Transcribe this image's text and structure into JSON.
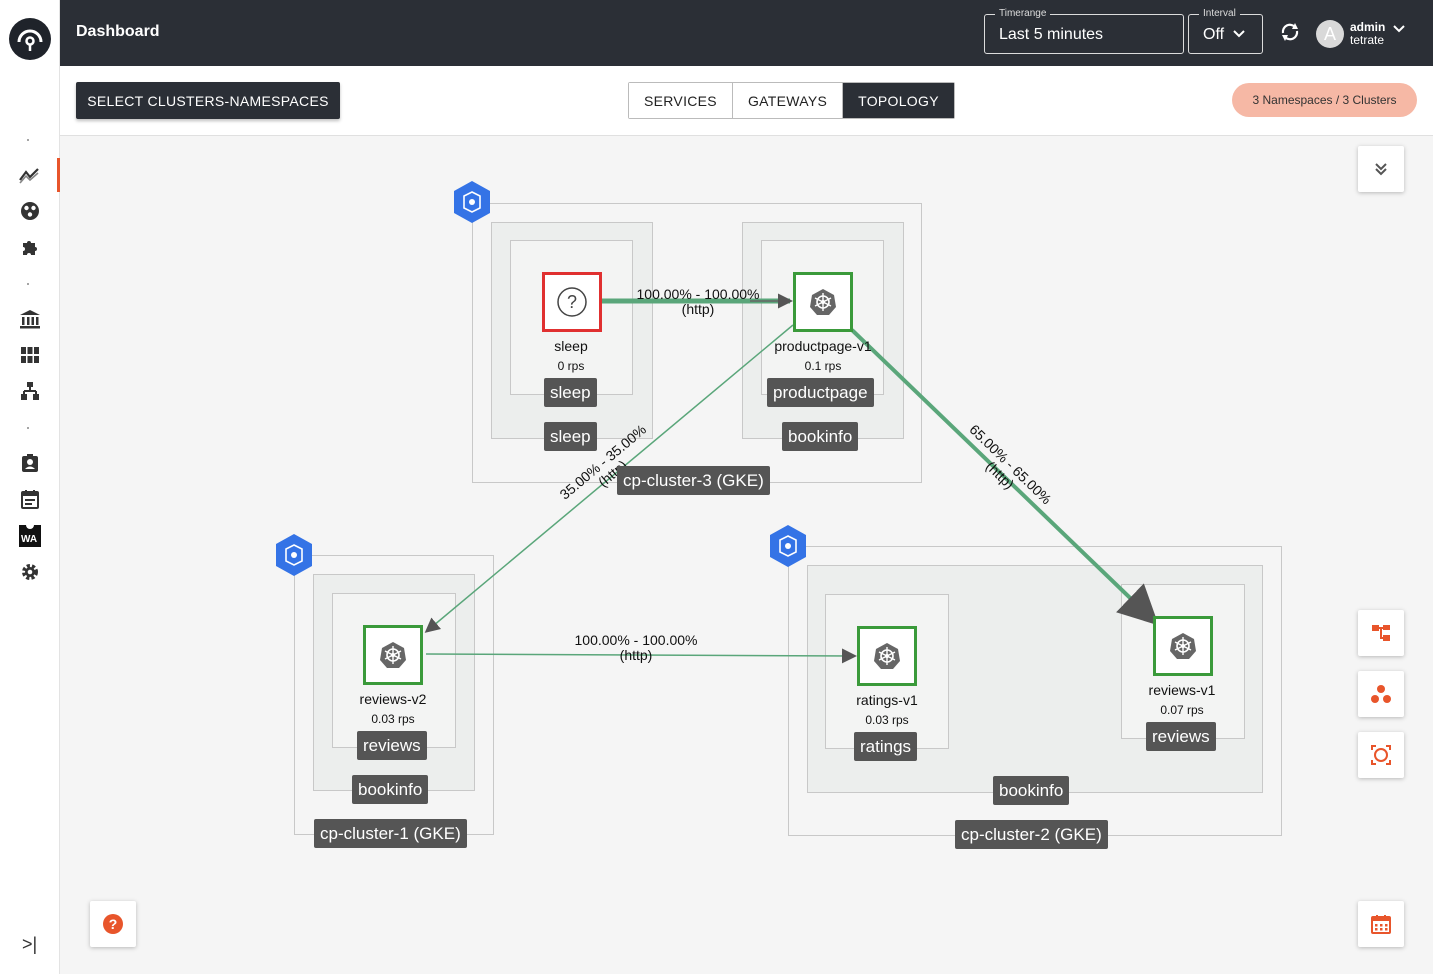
{
  "header": {
    "title": "Dashboard",
    "timerange_label": "Timerange",
    "timerange_value": "Last 5 minutes",
    "interval_label": "Interval",
    "interval_value": "Off",
    "avatar_letter": "A",
    "user_name": "admin",
    "user_org": "tetrate"
  },
  "toolbar": {
    "select_label": "SELECT CLUSTERS-NAMESPACES",
    "tabs": [
      {
        "label": "SERVICES",
        "active": false
      },
      {
        "label": "GATEWAYS",
        "active": false
      },
      {
        "label": "TOPOLOGY",
        "active": true
      }
    ],
    "namespace_badge": "3 Namespaces / 3 Clusters"
  },
  "sidebar": {
    "items": [
      "activity-icon",
      "globe-icon",
      "puzzle-icon",
      "bank-icon",
      "grid-icon",
      "hierarchy-icon",
      "badge-icon",
      "calendar-icon",
      "wa-icon",
      "gear-icon"
    ],
    "wa_text": "WA",
    "collapse_glyph": ">|"
  },
  "topology": {
    "clusters": [
      {
        "label": "cp-cluster-3 (GKE)"
      },
      {
        "label": "cp-cluster-1 (GKE)"
      },
      {
        "label": "cp-cluster-2 (GKE)"
      }
    ],
    "namespaces": {
      "sleep": "sleep",
      "bookinfo_c3": "bookinfo",
      "bookinfo_c1": "bookinfo",
      "bookinfo_c2": "bookinfo"
    },
    "services": {
      "sleep": "sleep",
      "productpage": "productpage",
      "reviews_c1": "reviews",
      "ratings": "ratings",
      "reviews_c2": "reviews"
    },
    "nodes": {
      "sleep": {
        "name": "sleep",
        "rps": "0 rps",
        "status": "unknown"
      },
      "productpage": {
        "name": "productpage-v1",
        "rps": "0.1 rps"
      },
      "reviews_v2": {
        "name": "reviews-v2",
        "rps": "0.03 rps"
      },
      "ratings_v1": {
        "name": "ratings-v1",
        "rps": "0.03 rps"
      },
      "reviews_v1": {
        "name": "reviews-v1",
        "rps": "0.07 rps"
      }
    },
    "edges": {
      "sleep_productpage": {
        "pct": "100.00% - 100.00%",
        "proto": "(http)"
      },
      "productpage_reviews_v2": {
        "pct": "35.00% - 35.00%",
        "proto": "(http)"
      },
      "productpage_reviews_v1": {
        "pct": "65.00% - 65.00%",
        "proto": "(http)"
      },
      "reviews_v2_ratings": {
        "pct": "100.00% - 100.00%",
        "proto": "(http)"
      }
    }
  },
  "colors": {
    "accent": "#e8552b",
    "header_bg": "#2b2f36",
    "healthy": "#3a9a3a",
    "error": "#e03030",
    "edge": "#5aa67a",
    "cluster_hex": "#3473e6",
    "badge_bg": "#f6b8a5"
  }
}
